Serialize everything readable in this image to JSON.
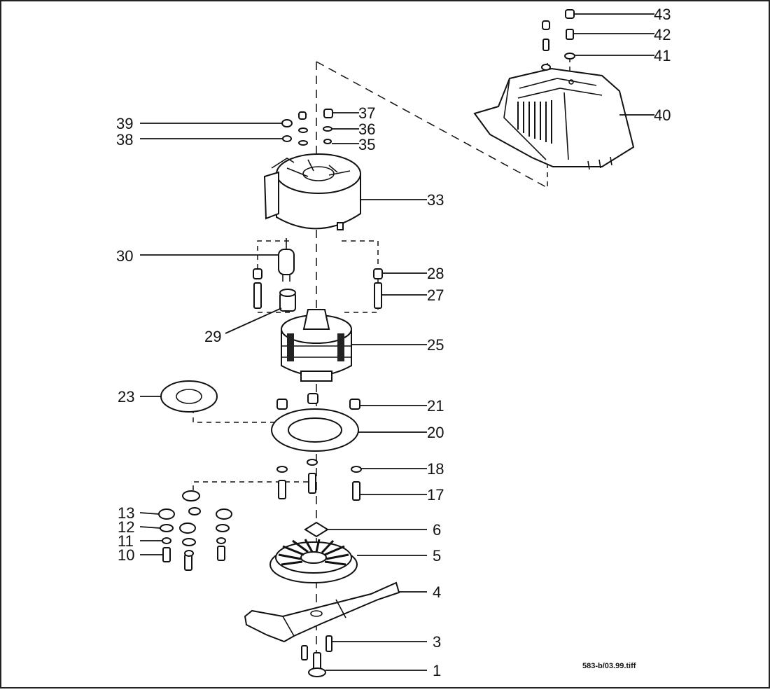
{
  "diagram": {
    "labels": [
      "43",
      "42",
      "41",
      "40",
      "37",
      "36",
      "35",
      "39",
      "38",
      "33",
      "30",
      "28",
      "27",
      "29",
      "25",
      "23",
      "21",
      "20",
      "18",
      "17",
      "13",
      "12",
      "11",
      "10",
      "6",
      "5",
      "4",
      "3",
      "1"
    ],
    "reference": "583-b/03.99.tiff"
  }
}
